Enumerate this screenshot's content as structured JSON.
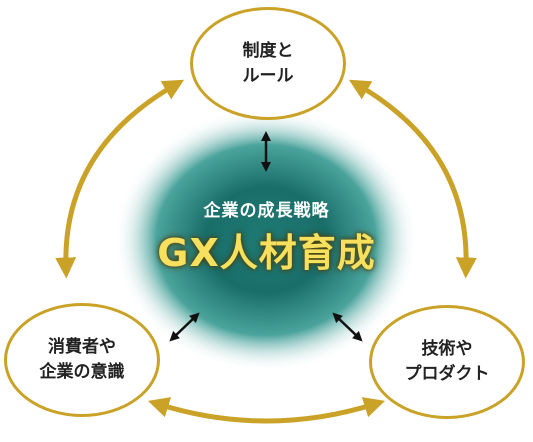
{
  "center": {
    "subtitle": "企業の成長戦略",
    "title": "GX人材育成"
  },
  "nodes": {
    "top": {
      "line1": "制度と",
      "line2": "ルール"
    },
    "left": {
      "line1": "消費者や",
      "line2": "企業の意識"
    },
    "right": {
      "line1": "技術や",
      "line2": "プロダクト"
    }
  },
  "colors": {
    "ring_gold": "#c9a227",
    "title_yellow": "#f6e05e",
    "glow_center": "#1f7a74",
    "arrow_black": "#111111"
  }
}
